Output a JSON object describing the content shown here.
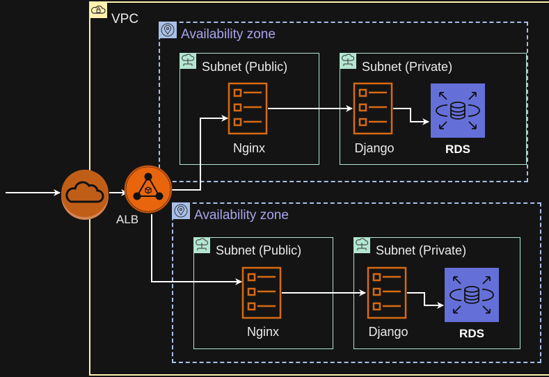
{
  "vpc": {
    "label": "VPC",
    "icon": "vpc-cloud-lock-icon",
    "border_color": "#fff3b0"
  },
  "internet_gateway": {
    "icon": "cloud-icon",
    "color": "#c05e17"
  },
  "load_balancer": {
    "label": "ALB",
    "icon": "alb-icon",
    "color": "#e8650e"
  },
  "availability_zones": [
    {
      "label": "Availability zone",
      "icon": "location-pin-icon",
      "subnets": [
        {
          "label": "Subnet (Public)",
          "icon": "subnet-cloud-icon",
          "nodes": [
            {
              "label": "Nginx",
              "icon": "server-list-icon"
            }
          ]
        },
        {
          "label": "Subnet (Private)",
          "icon": "subnet-cloud-icon",
          "nodes": [
            {
              "label": "Django",
              "icon": "server-list-icon"
            },
            {
              "label": "RDS",
              "icon": "database-icon"
            }
          ]
        }
      ]
    },
    {
      "label": "Availability zone",
      "icon": "location-pin-icon",
      "subnets": [
        {
          "label": "Subnet (Public)",
          "icon": "subnet-cloud-icon",
          "nodes": [
            {
              "label": "Nginx",
              "icon": "server-list-icon"
            }
          ]
        },
        {
          "label": "Subnet (Private)",
          "icon": "subnet-cloud-icon",
          "nodes": [
            {
              "label": "Django",
              "icon": "server-list-icon"
            },
            {
              "label": "RDS",
              "icon": "database-icon"
            }
          ]
        }
      ]
    }
  ],
  "colors": {
    "server": "#d86a12",
    "rds": "#6470d8",
    "az": "#a8c0e8",
    "subnet": "#b4e6d2",
    "edge": "#ffffff"
  },
  "edges": [
    {
      "from": "internet",
      "to": "internet-gateway"
    },
    {
      "from": "internet-gateway",
      "to": "alb"
    },
    {
      "from": "alb",
      "to": "nginx-az1"
    },
    {
      "from": "alb",
      "to": "nginx-az2"
    },
    {
      "from": "nginx-az1",
      "to": "django-az1"
    },
    {
      "from": "django-az1",
      "to": "rds-az1"
    },
    {
      "from": "nginx-az2",
      "to": "django-az2"
    },
    {
      "from": "django-az2",
      "to": "rds-az2"
    }
  ]
}
